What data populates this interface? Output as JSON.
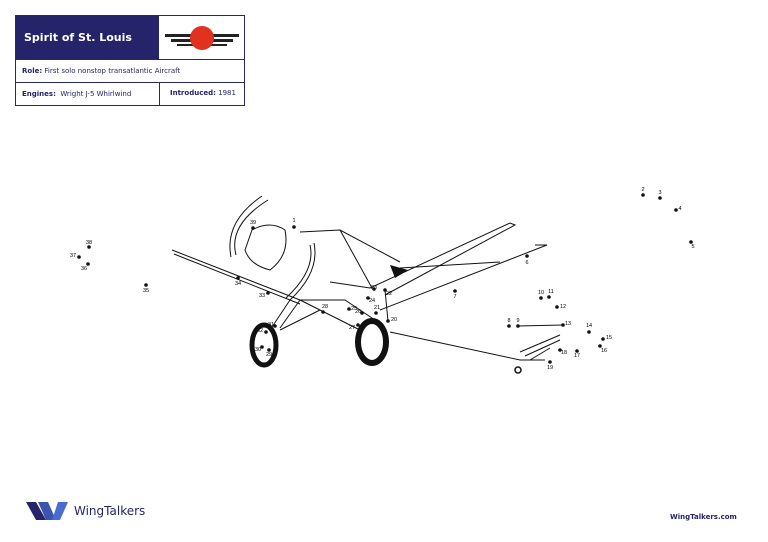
{
  "info_card": {
    "title": "Spirit of St. Louis",
    "role_label": "Role:",
    "role_value": "First solo nonstop transatlantic Aircraft",
    "engines_label": "Engines:",
    "engines_value": "Wright J-5 Whirlwind",
    "introduced_label": "Introduced:",
    "introduced_value": "1981",
    "colors": {
      "navy": "#25246a",
      "logo_red": "#e0321f"
    }
  },
  "dot_labels": [
    "1",
    "2",
    "3",
    "4",
    "5",
    "6",
    "7",
    "8",
    "9",
    "10",
    "11",
    "12",
    "13",
    "14",
    "15",
    "16",
    "17",
    "18",
    "19",
    "20",
    "21",
    "22",
    "23",
    "24",
    "25",
    "26",
    "27",
    "28",
    "29",
    "30",
    "31",
    "32",
    "33",
    "34",
    "35",
    "36",
    "37",
    "38",
    "39"
  ],
  "footer": {
    "brand": "WingTalkers",
    "url": "WingTalkers.com"
  }
}
